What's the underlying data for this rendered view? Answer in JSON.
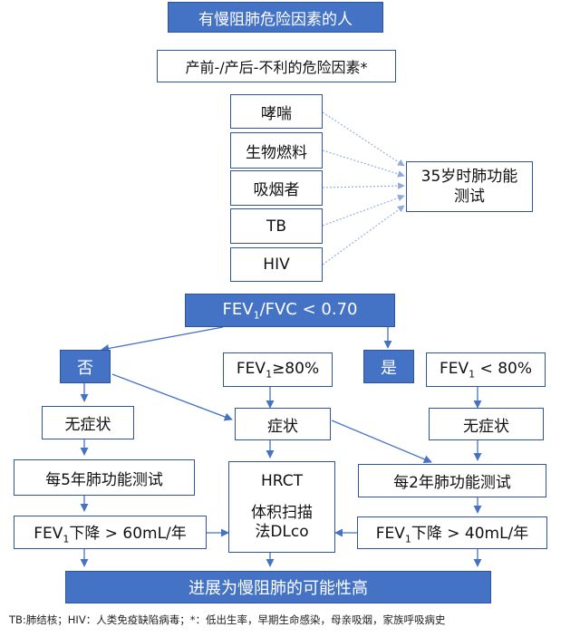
{
  "title": "有慢阻肺危险因素的人",
  "prenatal_factors": "产前-/产后-不利的危险因素*",
  "risk_factors": [
    "哮喘",
    "生物燃料",
    "吸烟者",
    "TB",
    "HIV"
  ],
  "lung_function_test": "35岁时肺功能测试",
  "ratio_condition": {
    "prefix": "FEV",
    "sub": "1",
    "suffix": "/FVC < 0.70"
  },
  "branch_no": "否",
  "branch_yes": "是",
  "fev_high": {
    "prefix": "FEV",
    "sub": "1",
    "suffix": "≥80%"
  },
  "fev_low": {
    "prefix": "FEV",
    "sub": "1",
    "suffix": " < 80%"
  },
  "asymptomatic_left": "无症状",
  "symptomatic": "症状",
  "asymptomatic_right": "无症状",
  "test_every_5y": "每5年肺功能测试",
  "test_every_2y": "每2年肺功能测试",
  "hrct": {
    "line1": "HRCT",
    "line2": "体积扫描",
    "line3": "法DLco"
  },
  "decline_left": {
    "prefix": "FEV",
    "sub": "1",
    "suffix": "下降 > 60mL/年"
  },
  "decline_right": {
    "prefix": "FEV",
    "sub": "1",
    "suffix": "下降 > 40mL/年"
  },
  "outcome": "进展为慢阻肺的可能性高",
  "footnote": "TB:肺结核；HIV：人类免疫缺陷病毒；*：低出生率，早期生命感染，母亲吸烟，家族呼吸病史",
  "colors": {
    "box_blue": "#4472c4",
    "border": "#2f5597",
    "arrow": "#4472c4",
    "dotted": "#8faadc"
  }
}
